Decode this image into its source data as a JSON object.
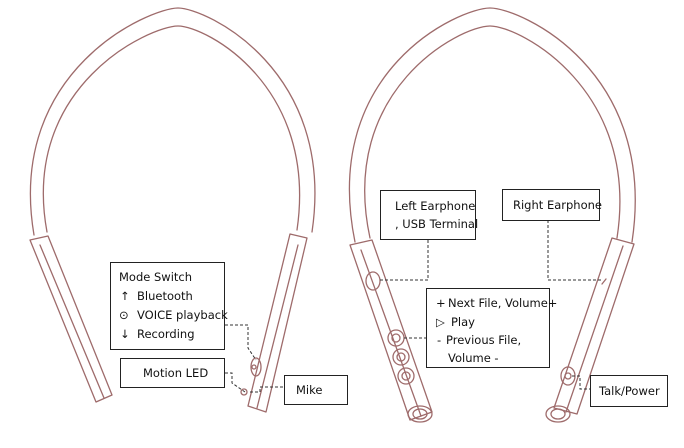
{
  "labels": {
    "mode_switch": {
      "title": "Mode Switch",
      "items": [
        {
          "symbol": "↑",
          "text": "Bluetooth"
        },
        {
          "symbol": "⊙",
          "text": "VOICE playback"
        },
        {
          "symbol": "↓",
          "text": "Recording"
        }
      ]
    },
    "motion_led": "Motion LED",
    "mike": "Mike",
    "left_earphone": {
      "line1": "Left Earphone",
      "line2": ", USB Terminal"
    },
    "right_earphone": "Right Earphone",
    "buttons": {
      "next": {
        "symbol": "+",
        "text": "Next File, Volume+"
      },
      "play": {
        "symbol": "▷",
        "text": "Play"
      },
      "prev": {
        "symbol": "-",
        "text": "Previous File,"
      },
      "prev_cont": "Volume -"
    },
    "talk_power": "Talk/Power"
  },
  "colors": {
    "outline": "#9e6b6b",
    "leader": "#333333",
    "box_border": "#222222"
  }
}
